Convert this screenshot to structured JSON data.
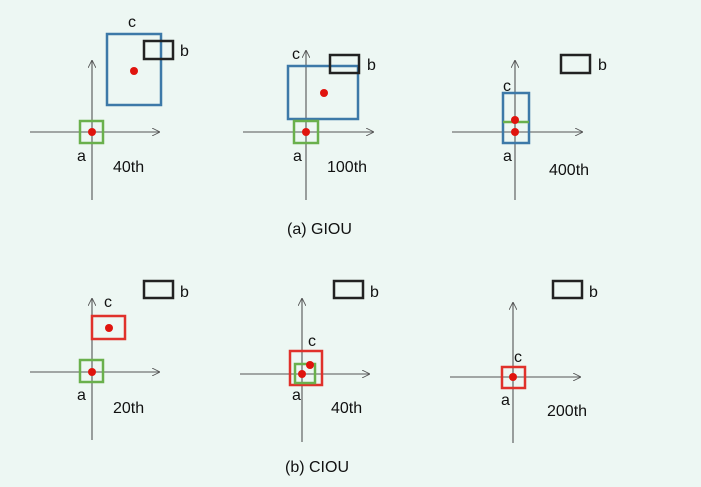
{
  "colors": {
    "background": "#edf7f3",
    "axis": "#555555",
    "box_a": "#6ab04c",
    "box_b": "#222222",
    "box_c_giou": "#3d79a8",
    "box_c_ciou": "#e0312b",
    "center_dot": "#e0140e"
  },
  "labels": {
    "a": "a",
    "b": "b",
    "c": "c"
  },
  "sections": [
    {
      "caption": "(a) GIOU",
      "panels": [
        {
          "iteration": "40th"
        },
        {
          "iteration": "100th"
        },
        {
          "iteration": "400th"
        }
      ]
    },
    {
      "caption": "(b) CIOU",
      "panels": [
        {
          "iteration": "20th"
        },
        {
          "iteration": "40th"
        },
        {
          "iteration": "200th"
        }
      ]
    }
  ]
}
